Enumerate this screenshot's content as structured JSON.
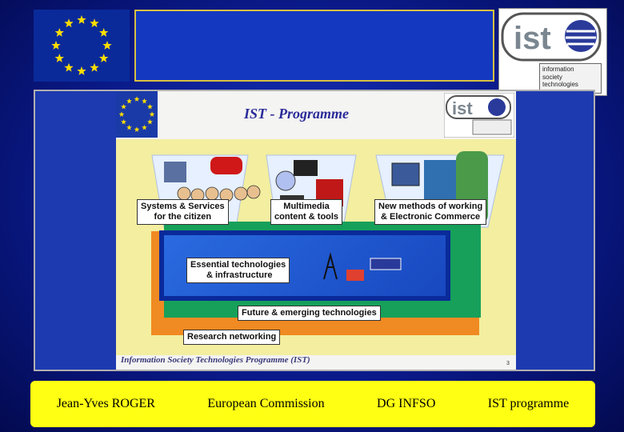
{
  "slide": {
    "title": "IST - Programme",
    "footer": "Information Society Technologies Programme (IST)",
    "page_number": "3",
    "labels": {
      "systems": [
        "Systems & Services",
        "for the citizen"
      ],
      "multimedia": [
        "Multimedia",
        "content & tools"
      ],
      "new_methods": [
        "New methods of working",
        "& Electronic Commerce"
      ],
      "essential": [
        "Essential technologies",
        "& infrastructure"
      ],
      "future": "Future & emerging technologies",
      "research": "Research networking"
    }
  },
  "logo": {
    "text": "ist",
    "caption": [
      "information",
      "society",
      "technologies"
    ]
  },
  "footer_bar": {
    "items": [
      "Jean-Yves ROGER",
      "European Commission",
      "DG INFSO",
      "IST programme"
    ]
  },
  "colors": {
    "background": "#0a1a8a",
    "footer_bar": "#ffff14",
    "slide_title": "#2a2a9a",
    "layer_orange": "#f08a22",
    "layer_green": "#16a05a",
    "layer_blue": "#2a6ae0",
    "eu_star": "#ffde00"
  }
}
